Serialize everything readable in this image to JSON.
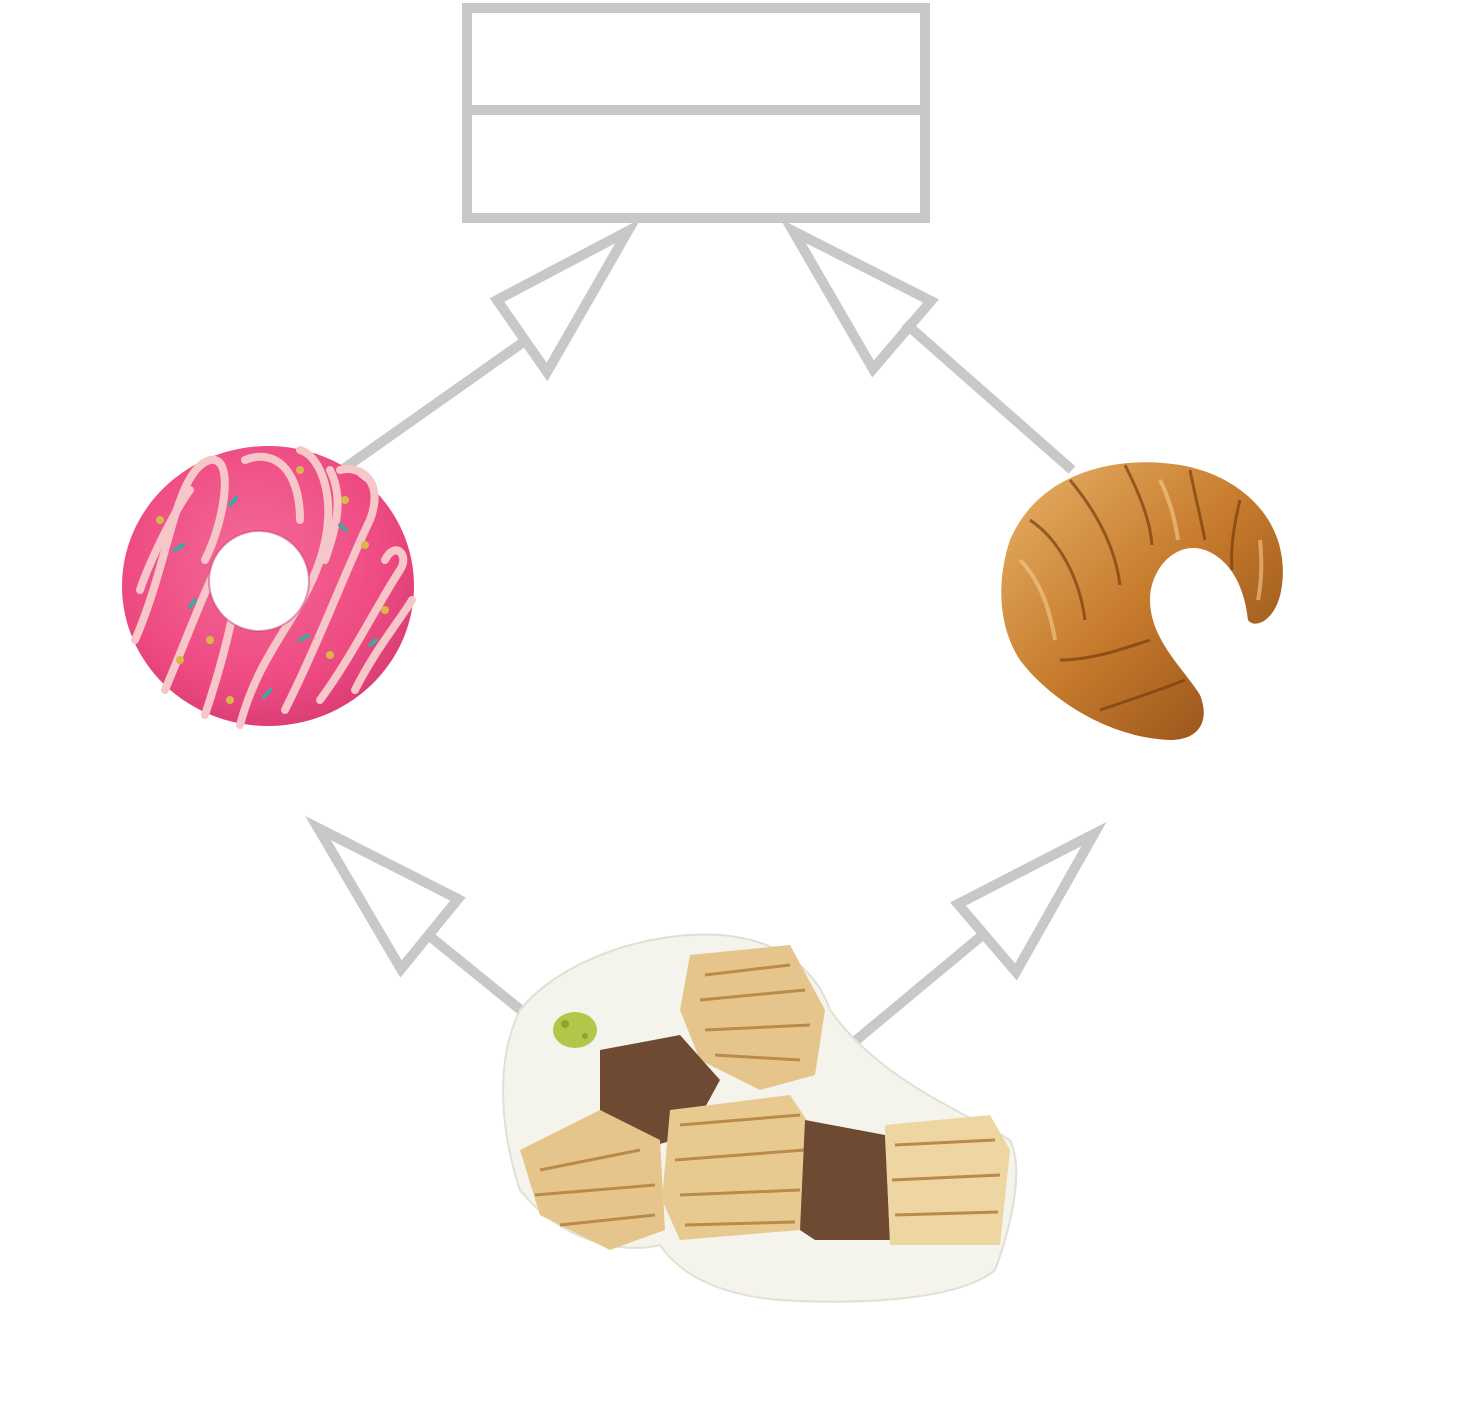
{
  "diagram": {
    "kind": "class-inheritance",
    "line_color": "#c8c8c8",
    "nodes": [
      {
        "id": "base",
        "icon": "empty-class-box",
        "compartments": 2
      },
      {
        "id": "donut",
        "icon": "donut-icon",
        "colors": {
          "glaze": "#ee4a82",
          "drizzle": "#f6c6c8",
          "hole": "#ffffff"
        }
      },
      {
        "id": "croissant",
        "icon": "croissant-icon",
        "colors": {
          "crust": "#c67a2c",
          "dark": "#8a4a16",
          "light": "#e8b268"
        }
      },
      {
        "id": "cronut",
        "icon": "cronut-icon",
        "colors": {
          "icing": "#f4f3ec",
          "pastry": "#e6c58c",
          "cocoa": "#6e4a33",
          "pistachio": "#b4c64a"
        }
      }
    ],
    "edges": [
      {
        "from": "donut",
        "to": "base",
        "arrow": "hollow-triangle"
      },
      {
        "from": "croissant",
        "to": "base",
        "arrow": "hollow-triangle"
      },
      {
        "from": "cronut",
        "to": "donut",
        "arrow": "hollow-triangle"
      },
      {
        "from": "cronut",
        "to": "croissant",
        "arrow": "hollow-triangle"
      }
    ]
  }
}
